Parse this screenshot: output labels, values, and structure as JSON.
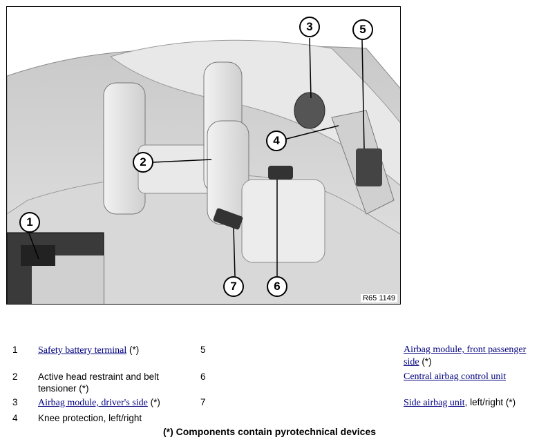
{
  "figure": {
    "reference_code": "R65 1149",
    "callouts": [
      "1",
      "2",
      "3",
      "4",
      "5",
      "6",
      "7"
    ]
  },
  "legend": {
    "items": [
      {
        "number": "1",
        "link": "Safety battery terminal",
        "suffix": " (*)"
      },
      {
        "number": "2",
        "text": "Active head restraint and belt tensioner (*)"
      },
      {
        "number": "3",
        "link": "Airbag module, driver's side",
        "suffix": " (*)"
      },
      {
        "number": "4",
        "text": "Knee protection, left/right"
      },
      {
        "number": "5",
        "link": "Airbag module, front passenger side",
        "suffix": " (*)"
      },
      {
        "number": "6",
        "link": "Central airbag control unit"
      },
      {
        "number": "7",
        "link": "Side airbag unit",
        "suffix": ", left/right (*)"
      }
    ]
  },
  "footnote": "(*) Components contain pyrotechnical devices"
}
